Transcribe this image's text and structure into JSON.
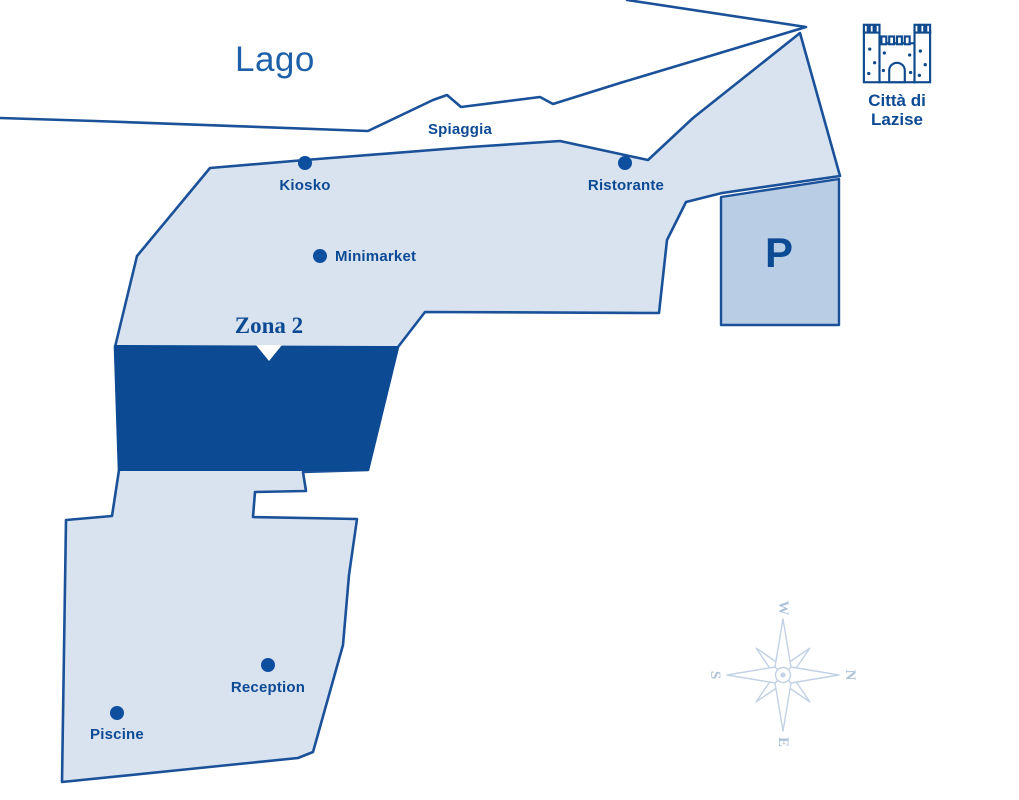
{
  "map": {
    "lake_label": "Lago",
    "beach_label": "Spiaggia",
    "zone": {
      "label": "Zona 2"
    },
    "parking_label": "P",
    "city": {
      "line1": "Città di",
      "line2": "Lazise"
    },
    "pois": [
      {
        "id": "kiosko",
        "label": "Kiosko"
      },
      {
        "id": "ristorante",
        "label": "Ristorante"
      },
      {
        "id": "minimarket",
        "label": "Minimarket"
      },
      {
        "id": "reception",
        "label": "Reception"
      },
      {
        "id": "piscine",
        "label": "Piscine"
      }
    ],
    "compass": {
      "north": "N",
      "east": "E",
      "south": "S",
      "west": "W"
    },
    "colors": {
      "outline": "#1a5199",
      "area_fill": "#d9e3f0",
      "zone_fill": "#0d4a94",
      "parking_fill": "#b9cde5",
      "label_text": "#0d4a94",
      "lake_text": "#1d60a8",
      "compass": "#c2d1e4"
    }
  }
}
